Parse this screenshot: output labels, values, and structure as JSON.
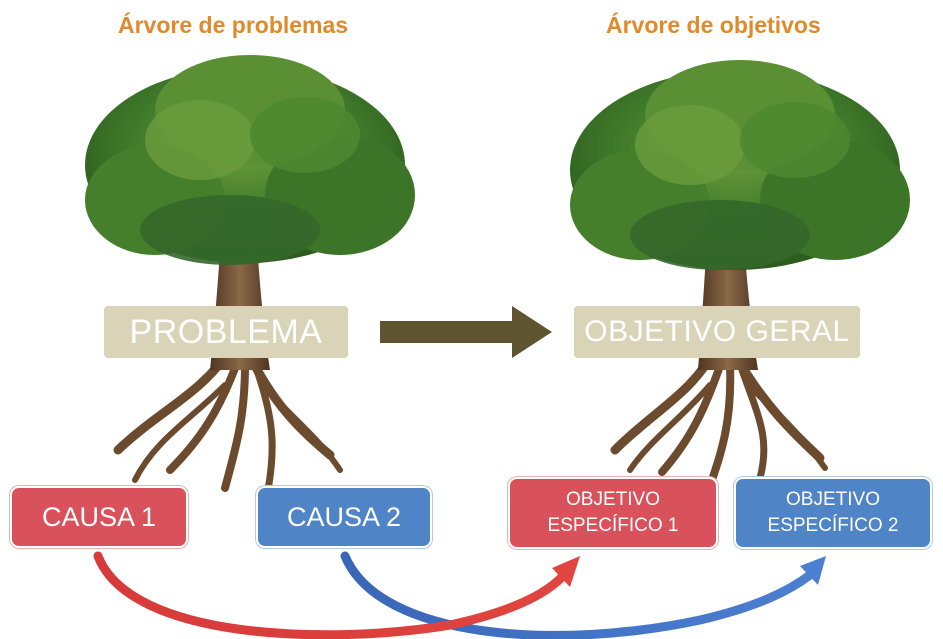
{
  "left_tree": {
    "title": "Árvore de problemas",
    "center_label": "PROBLEMA",
    "cause_1": "CAUSA 1",
    "cause_2": "CAUSA 2"
  },
  "right_tree": {
    "title": "Árvore de objetivos",
    "center_label": "OBJETIVO GERAL",
    "objective_1_line1": "OBJETIVO",
    "objective_1_line2": "ESPECÍFICO 1",
    "objective_2_line1": "OBJETIVO",
    "objective_2_line2": "ESPECÍFICO 2"
  },
  "colors": {
    "title": "#e08a2c",
    "label_box": "#d9d4b8",
    "cause_red": "#d9515a",
    "cause_blue": "#4f84c6",
    "main_arrow": "#5e5530",
    "foliage": "#3f7a2a",
    "trunk": "#6b4a2e"
  },
  "icons": [
    "tree-icon",
    "arrow-right-icon",
    "curved-arrow-icon"
  ]
}
